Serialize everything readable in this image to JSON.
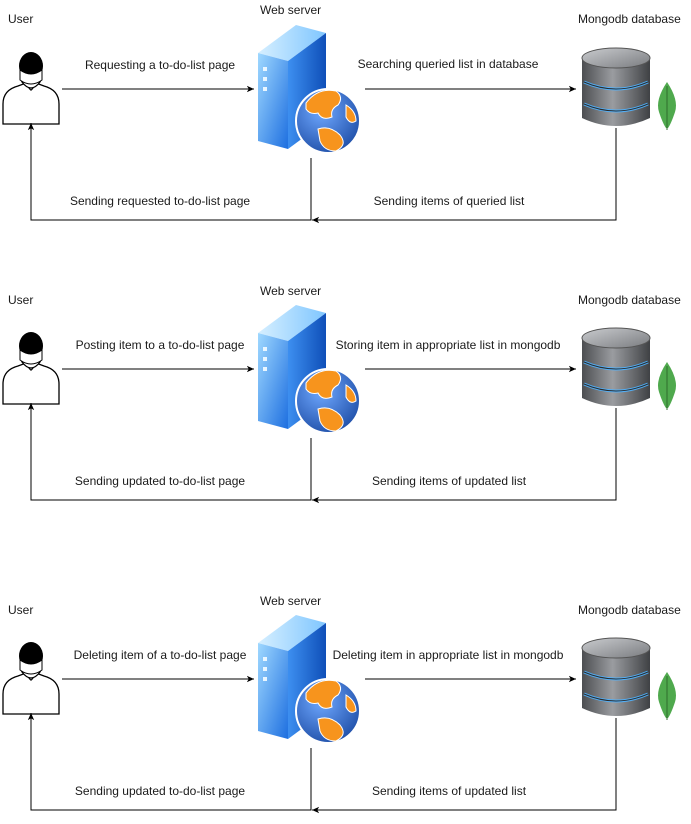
{
  "colors": {
    "line": "#000000",
    "server_blue_light": "#7fc6ff",
    "server_blue_dark": "#1e6fe0",
    "globe_orange": "#f7941d",
    "globe_blue": "#2a5fc0",
    "db_grey": "#6b6d70",
    "db_glow": "#4fb3ff",
    "mongo_green": "#4fa94d"
  },
  "scenarios": [
    {
      "user_label": "User",
      "server_label": "Web server",
      "db_label": "Mongodb database",
      "user_to_server": "Requesting a to-do-list page",
      "server_to_db": "Searching queried list in database",
      "db_to_server": "Sending items of queried list",
      "server_to_user": "Sending requested to-do-list page"
    },
    {
      "user_label": "User",
      "server_label": "Web server",
      "db_label": "Mongodb database",
      "user_to_server": "Posting item to a to-do-list page",
      "server_to_db": "Storing item in appropriate list in mongodb",
      "db_to_server": "Sending items of updated list",
      "server_to_user": "Sending updated to-do-list page"
    },
    {
      "user_label": "User",
      "server_label": "Web server",
      "db_label": "Mongodb database",
      "user_to_server": "Deleting item of a to-do-list page",
      "server_to_db": "Deleting item in appropriate list in mongodb",
      "db_to_server": "Sending items of updated list",
      "server_to_user": "Sending updated to-do-list page"
    }
  ],
  "icons": {
    "user": "user-icon",
    "server": "web-server-icon",
    "database": "database-icon",
    "mongodb": "mongodb-leaf-icon"
  }
}
